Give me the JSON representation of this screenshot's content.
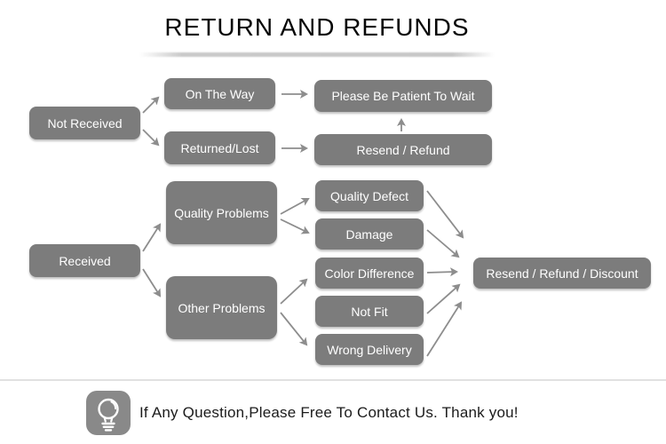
{
  "title": "RETURN AND REFUNDS",
  "flowchart": {
    "nodes": {
      "not_received": "Not Received",
      "on_the_way": "On The Way",
      "returned_lost": "Returned/Lost",
      "please_wait": "Please Be Patient To Wait",
      "resend_refund": "Resend / Refund",
      "received": "Received",
      "quality_problems": "Quality Problems",
      "other_problems": "Other Problems",
      "quality_defect": "Quality Defect",
      "damage": "Damage",
      "color_difference": "Color Difference",
      "not_fit": "Not Fit",
      "wrong_delivery": "Wrong Delivery",
      "resend_refund_discount": "Resend / Refund / Discount"
    },
    "edges": [
      {
        "from": "not_received",
        "to": "on_the_way"
      },
      {
        "from": "not_received",
        "to": "returned_lost"
      },
      {
        "from": "on_the_way",
        "to": "please_wait"
      },
      {
        "from": "returned_lost",
        "to": "resend_refund"
      },
      {
        "from": "resend_refund",
        "to": "please_wait"
      },
      {
        "from": "received",
        "to": "quality_problems"
      },
      {
        "from": "received",
        "to": "other_problems"
      },
      {
        "from": "quality_problems",
        "to": "quality_defect"
      },
      {
        "from": "quality_problems",
        "to": "damage"
      },
      {
        "from": "other_problems",
        "to": "color_difference"
      },
      {
        "from": "other_problems",
        "to": "wrong_delivery"
      },
      {
        "from": "quality_defect",
        "to": "resend_refund_discount"
      },
      {
        "from": "damage",
        "to": "resend_refund_discount"
      },
      {
        "from": "color_difference",
        "to": "resend_refund_discount"
      },
      {
        "from": "not_fit",
        "to": "resend_refund_discount"
      },
      {
        "from": "wrong_delivery",
        "to": "resend_refund_discount"
      }
    ]
  },
  "footer": {
    "icon": "light-bulb-icon",
    "message": "If Any Question,Please Free To Contact Us. Thank you!"
  },
  "colors": {
    "box_fill": "#7c7c7c",
    "box_text": "#ffffff",
    "arrow": "#8d8d8d",
    "divider": "#e1e1e1",
    "title_text": "#000000"
  }
}
